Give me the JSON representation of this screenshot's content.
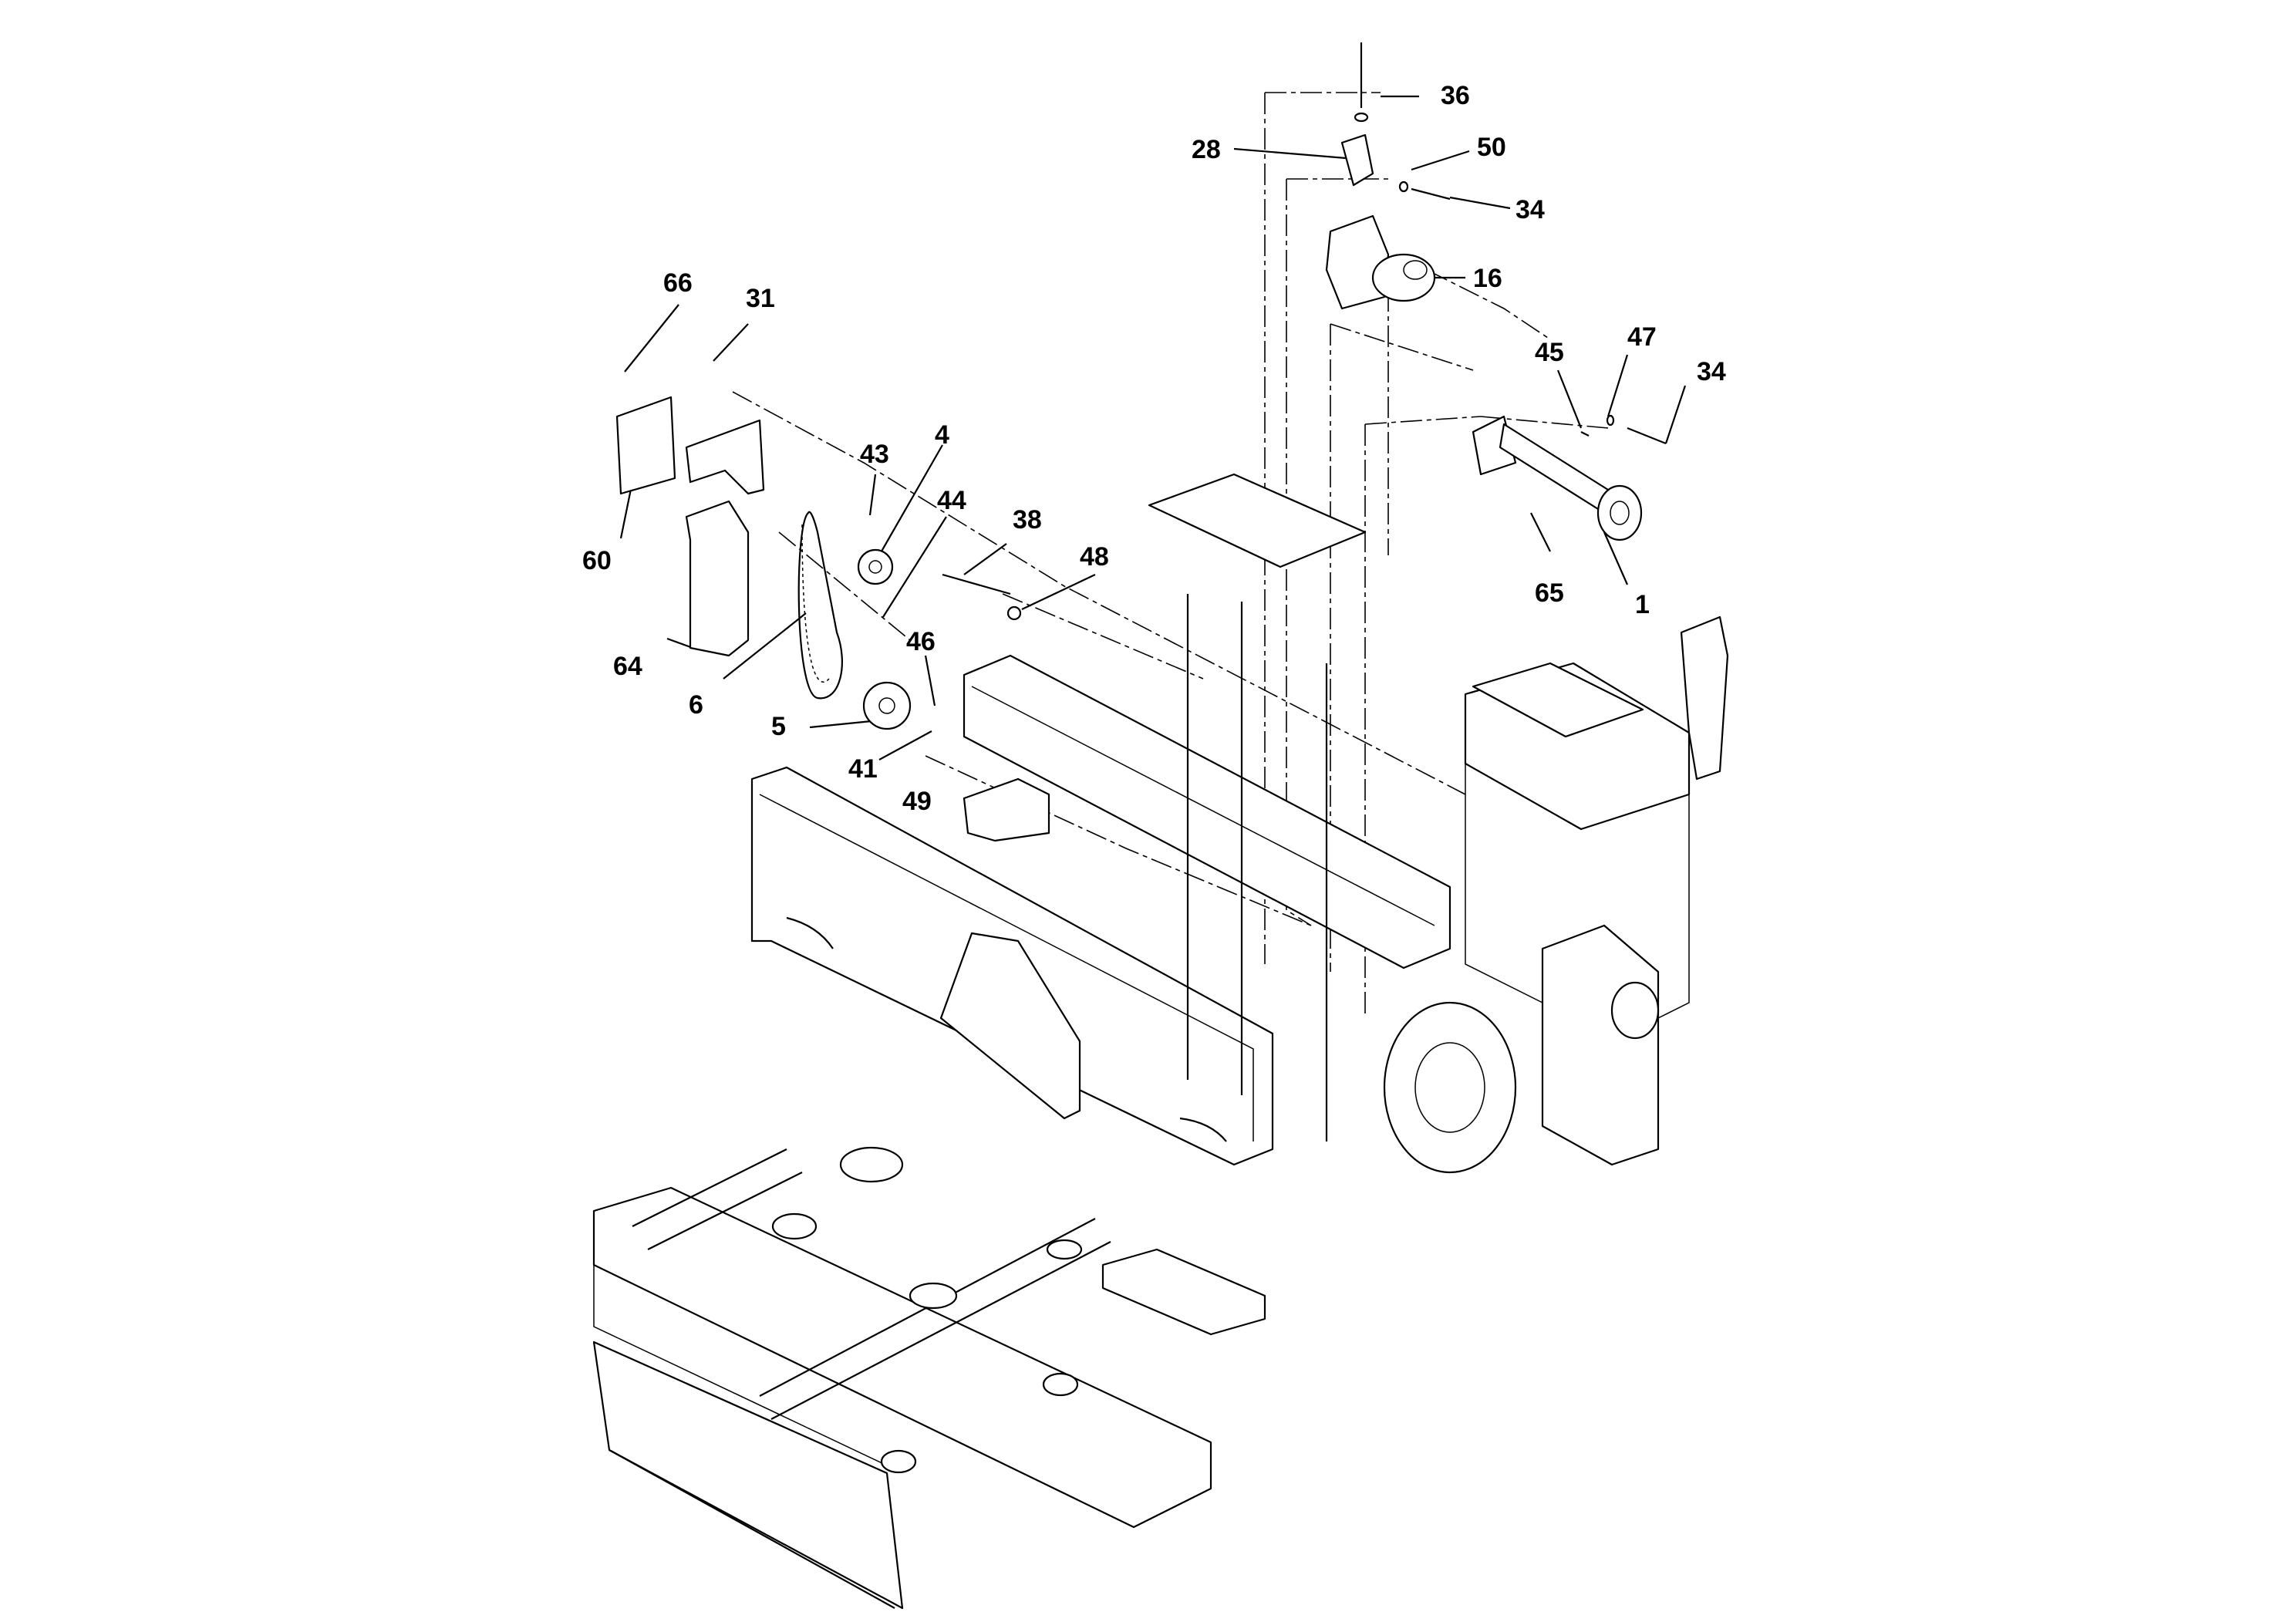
{
  "diagram": {
    "type": "exploded-parts-view",
    "callouts": [
      {
        "id": "c36",
        "label": "36"
      },
      {
        "id": "c28",
        "label": "28"
      },
      {
        "id": "c50",
        "label": "50"
      },
      {
        "id": "c34a",
        "label": "34"
      },
      {
        "id": "c16",
        "label": "16"
      },
      {
        "id": "c66",
        "label": "66"
      },
      {
        "id": "c31",
        "label": "31"
      },
      {
        "id": "c45",
        "label": "45"
      },
      {
        "id": "c47",
        "label": "47"
      },
      {
        "id": "c34b",
        "label": "34"
      },
      {
        "id": "c4",
        "label": "4"
      },
      {
        "id": "c43",
        "label": "43"
      },
      {
        "id": "c44",
        "label": "44"
      },
      {
        "id": "c38",
        "label": "38"
      },
      {
        "id": "c48",
        "label": "48"
      },
      {
        "id": "c60",
        "label": "60"
      },
      {
        "id": "c65",
        "label": "65"
      },
      {
        "id": "c1",
        "label": "1"
      },
      {
        "id": "c64",
        "label": "64"
      },
      {
        "id": "c46",
        "label": "46"
      },
      {
        "id": "c6",
        "label": "6"
      },
      {
        "id": "c5",
        "label": "5"
      },
      {
        "id": "c41",
        "label": "41"
      },
      {
        "id": "c49",
        "label": "49"
      }
    ]
  }
}
